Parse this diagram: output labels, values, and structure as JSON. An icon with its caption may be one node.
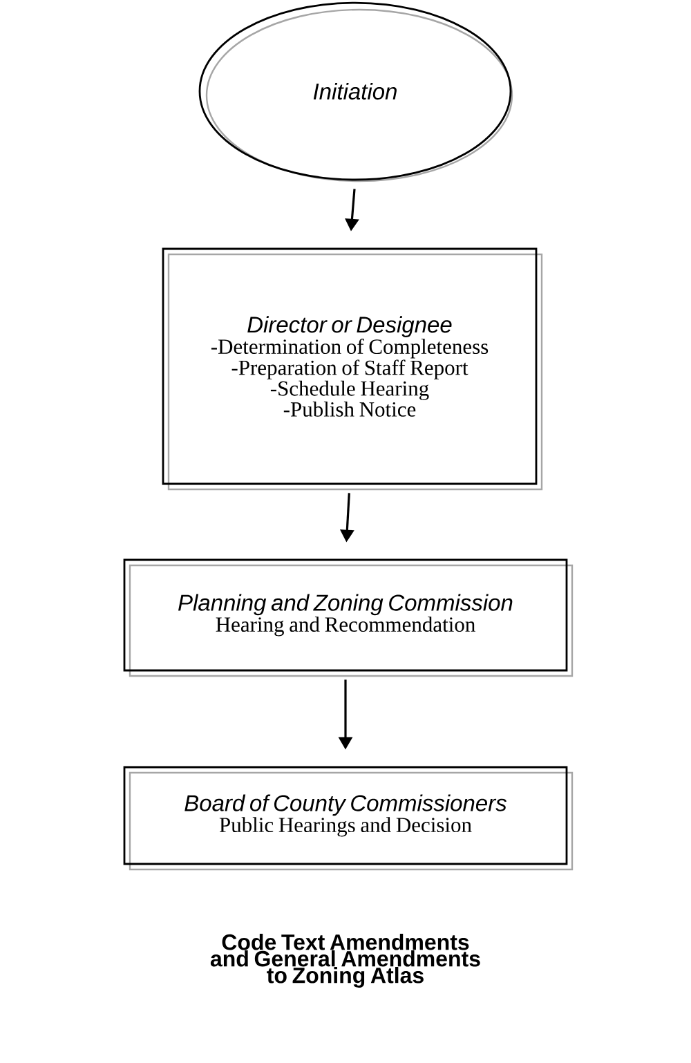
{
  "diagram": {
    "caption": "Code Text Amendments and General Amendments to Zoning Atlas",
    "nodes": [
      {
        "text": [
          "Initiation"
        ]
      },
      {
        "text": [
          "Director or Designee",
          "-Determination of Completeness",
          "-Preparation of Staff Report",
          "-Schedule Hearing",
          "-Publish Notice"
        ]
      },
      {
        "text": [
          "Planning and Zoning Commission",
          "Hearing and Recommendation"
        ]
      },
      {
        "text": [
          "Board of County Commissioners",
          "Public Hearings and Decision"
        ]
      }
    ],
    "edges": [
      {
        "from": 0,
        "to": 1,
        "arrow": "to"
      },
      {
        "from": 1,
        "to": 2,
        "arrow": "to"
      },
      {
        "from": 2,
        "to": 3,
        "arrow": "to"
      }
    ]
  }
}
